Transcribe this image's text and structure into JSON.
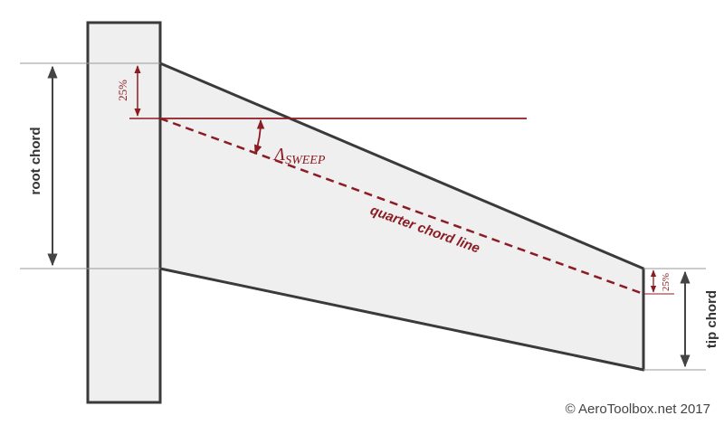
{
  "labels": {
    "root_chord": "root chord",
    "tip_chord": "tip chord",
    "root_percent": "25%",
    "tip_percent": "25%",
    "quarter_chord": "quarter chord line",
    "sweep_symbol": "Λ",
    "sweep_subscript": "SWEEP",
    "copyright": "© AeroToolbox.net 2017"
  },
  "colors": {
    "outline": "#3a3a3a",
    "fill": "#efefef",
    "accent": "#8b1c23",
    "dimension": "#444444",
    "text": "#333333"
  }
}
